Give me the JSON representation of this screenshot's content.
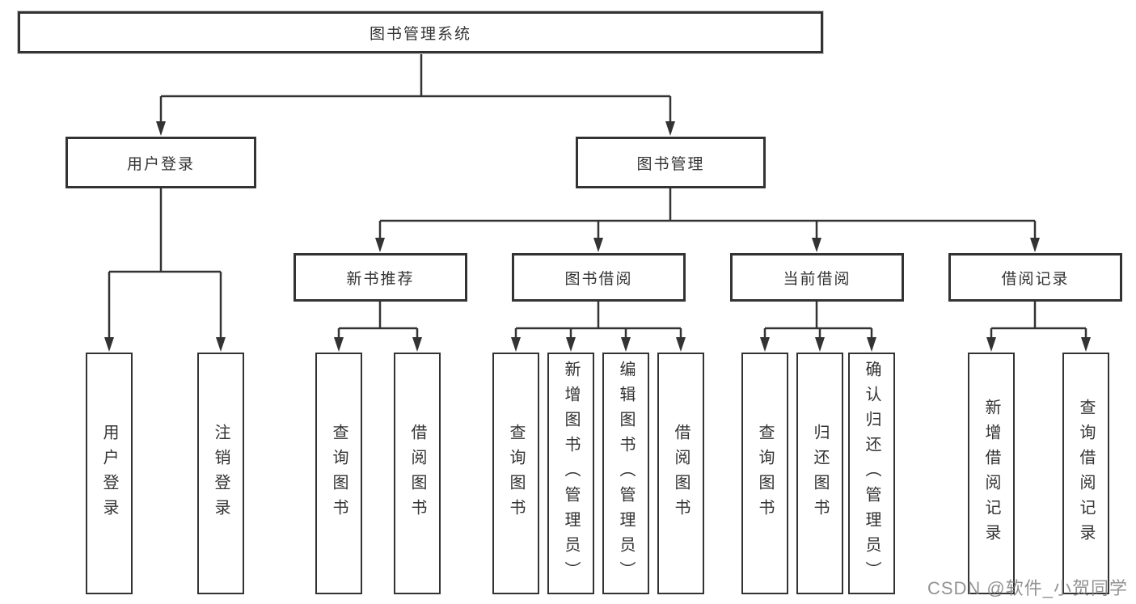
{
  "diagram": {
    "root": {
      "label": "图书管理系统"
    },
    "branches": [
      {
        "label": "用户登录",
        "children": [
          {
            "label": "用户登录"
          },
          {
            "label": "注销登录"
          }
        ]
      },
      {
        "label": "图书管理",
        "modules": [
          {
            "label": "新书推荐",
            "children": [
              {
                "label": "查询图书"
              },
              {
                "label": "借阅图书"
              }
            ]
          },
          {
            "label": "图书借阅",
            "children": [
              {
                "label": "查询图书"
              },
              {
                "label": "新增图书（管理员）"
              },
              {
                "label": "编辑图书（管理员）"
              },
              {
                "label": "借阅图书"
              }
            ]
          },
          {
            "label": "当前借阅",
            "children": [
              {
                "label": "查询图书"
              },
              {
                "label": "归还图书"
              },
              {
                "label": "确认归还（管理员）"
              }
            ]
          },
          {
            "label": "借阅记录",
            "children": [
              {
                "label": "新增借阅记录"
              },
              {
                "label": "查询借阅记录"
              }
            ]
          }
        ]
      }
    ],
    "watermark": "CSDN @软件_小贺同学",
    "colors": {
      "line": "#333333",
      "text": "#333333",
      "background": "#ffffff",
      "watermark": "#808080"
    }
  }
}
